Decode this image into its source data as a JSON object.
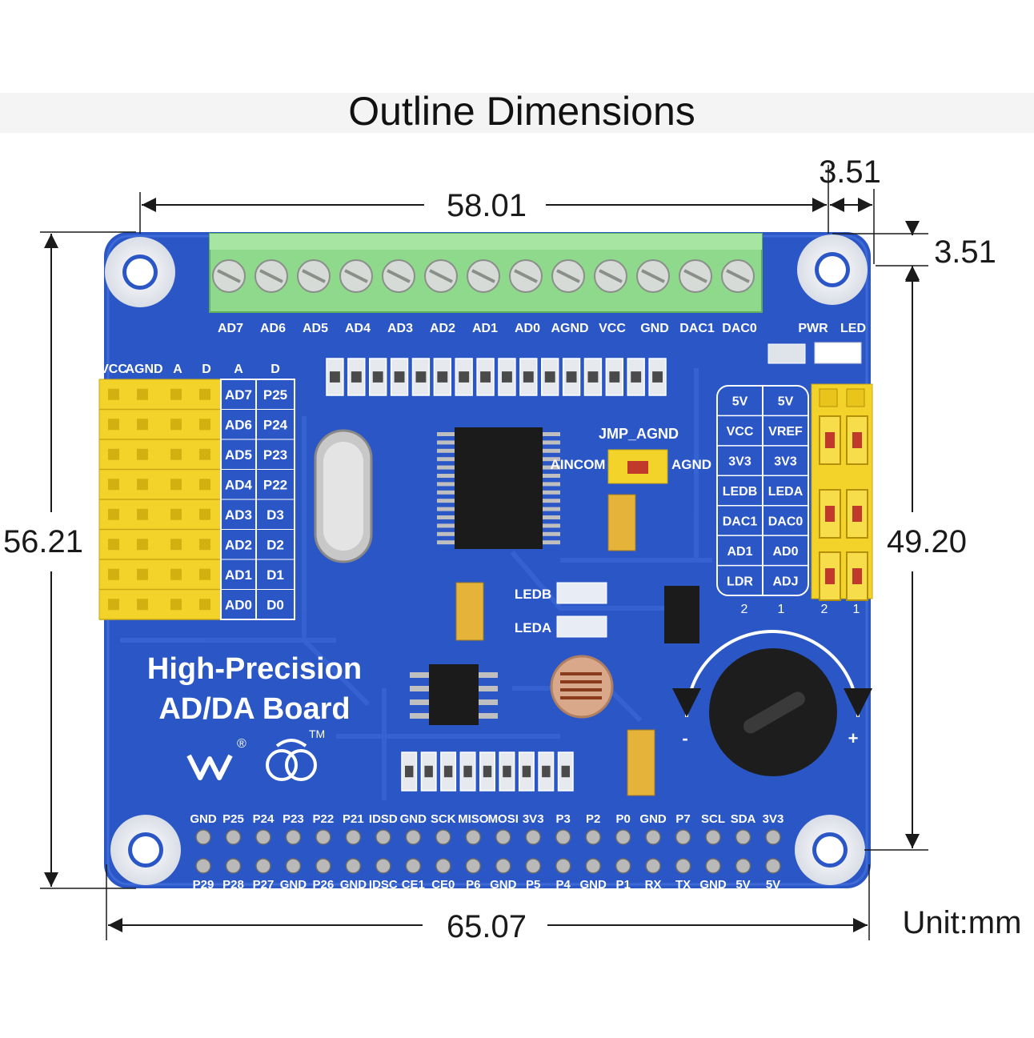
{
  "title": "Outline Dimensions",
  "unit": "Unit:mm",
  "dims": {
    "top_width": "58.01",
    "bottom_width": "65.07",
    "left_height": "56.21",
    "right_height": "49.20",
    "corner_x": "3.51",
    "corner_y": "3.51"
  },
  "board": {
    "name_line1": "High-Precision",
    "name_line2": "AD/DA Board",
    "trademark": "TM",
    "registered": "®",
    "colors": {
      "pcb": "#2a56c6",
      "pcb_dark": "#1d45ad",
      "terminal": "#8fd98c",
      "header": "#f3d22a",
      "silk": "#ffffff"
    }
  },
  "terminal_labels": [
    "AD7",
    "AD6",
    "AD5",
    "AD4",
    "AD3",
    "AD2",
    "AD1",
    "AD0",
    "AGND",
    "VCC",
    "GND",
    "DAC1",
    "DAC0"
  ],
  "pwr_led": {
    "pwr": "PWR",
    "led": "LED"
  },
  "left_header": {
    "top_labels": [
      "VCC",
      "AGND",
      "A",
      "D",
      "A",
      "D"
    ],
    "a_labels": [
      "AD7",
      "AD6",
      "AD5",
      "AD4",
      "AD3",
      "AD2",
      "AD1",
      "AD0"
    ],
    "d_labels": [
      "P25",
      "P24",
      "P23",
      "P22",
      "D3",
      "D2",
      "D1",
      "D0"
    ]
  },
  "jumper_table": {
    "rows": [
      [
        "5V",
        "5V"
      ],
      [
        "VCC",
        "VREF"
      ],
      [
        "3V3",
        "3V3"
      ],
      [
        "LEDB",
        "LEDA"
      ],
      [
        "DAC1",
        "DAC0"
      ],
      [
        "AD1",
        "AD0"
      ],
      [
        "LDR",
        "ADJ"
      ]
    ],
    "col_nums": [
      "2",
      "1"
    ],
    "pin_nums": [
      "2",
      "1"
    ]
  },
  "jmp": {
    "title": "JMP_AGND",
    "left": "AINCOM",
    "right": "AGND"
  },
  "leds": {
    "ledb": "LEDB",
    "leda": "LEDA"
  },
  "pot": {
    "minus": "-",
    "plus": "+"
  },
  "gpio_top": [
    "GND",
    "P25",
    "P24",
    "P23",
    "P22",
    "P21",
    "IDSD",
    "GND",
    "SCK",
    "MISO",
    "MOSI",
    "3V3",
    "P3",
    "P2",
    "P0",
    "GND",
    "P7",
    "SCL",
    "SDA",
    "3V3"
  ],
  "gpio_bottom": [
    "P29",
    "P28",
    "P27",
    "GND",
    "P26",
    "GND",
    "IDSC",
    "CE1",
    "CE0",
    "P6",
    "GND",
    "P5",
    "P4",
    "GND",
    "P1",
    "RX",
    "TX",
    "GND",
    "5V",
    "5V"
  ]
}
